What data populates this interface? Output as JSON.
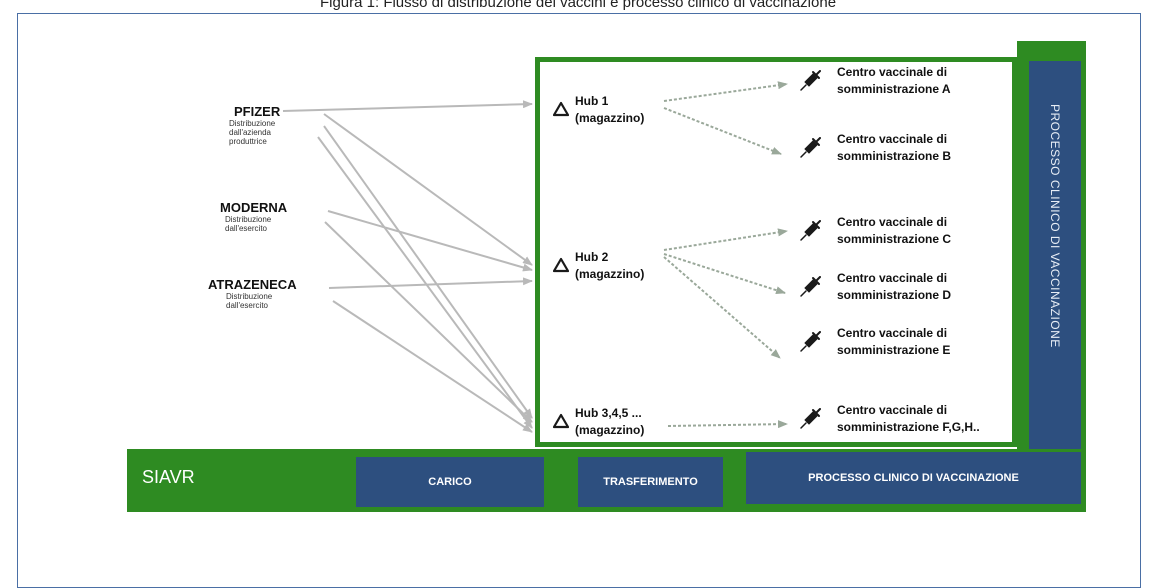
{
  "header": {
    "text": "Figura 1: Flusso di distribuzione dei vaccini e processo clinico di vaccinazione"
  },
  "colors": {
    "green": "#2e8b22",
    "blue": "#2d4f7f",
    "arrow_gray": "#b9b9b9",
    "dotted_gray": "#9aa89a"
  },
  "sources": [
    {
      "name": "PFIZER",
      "line1": "Distribuzione",
      "line2": "dall'azienda",
      "line3": "produttrice"
    },
    {
      "name": "MODERNA",
      "line1": "Distribuzione",
      "line2": "dall'esercito",
      "line3": ""
    },
    {
      "name": "ATRAZENECA",
      "line1": "Distribuzione",
      "line2": "dall'esercito",
      "line3": ""
    }
  ],
  "hubs": [
    {
      "icon": "triangle-icon",
      "line1": "Hub 1",
      "line2": "(magazzino)"
    },
    {
      "icon": "triangle-icon",
      "line1": "Hub 2",
      "line2": "(magazzino)"
    },
    {
      "icon": "triangle-icon",
      "line1": "Hub 3,4,5 ...",
      "line2": "(magazzino)"
    }
  ],
  "centers": [
    {
      "icon": "syringe-icon",
      "line1": "Centro vaccinale di",
      "line2": "somministrazione A"
    },
    {
      "icon": "syringe-icon",
      "line1": "Centro vaccinale di",
      "line2": "somministrazione B"
    },
    {
      "icon": "syringe-icon",
      "line1": "Centro vaccinale di",
      "line2": "somministrazione C"
    },
    {
      "icon": "syringe-icon",
      "line1": "Centro vaccinale di",
      "line2": "somministrazione D"
    },
    {
      "icon": "syringe-icon",
      "line1": "Centro vaccinale di",
      "line2": "somministrazione E"
    },
    {
      "icon": "syringe-icon",
      "line1": "Centro vaccinale di",
      "line2": "somministrazione F,G,H.."
    }
  ],
  "vertical_label": "PROCESSO CLINICO DI VACCINAZIONE",
  "bar": {
    "siavr": "SIAVR",
    "carico": "CARICO",
    "trasferimento": "TRASFERIMENTO",
    "processo": "PROCESSO CLINICO DI VACCINAZIONE"
  }
}
